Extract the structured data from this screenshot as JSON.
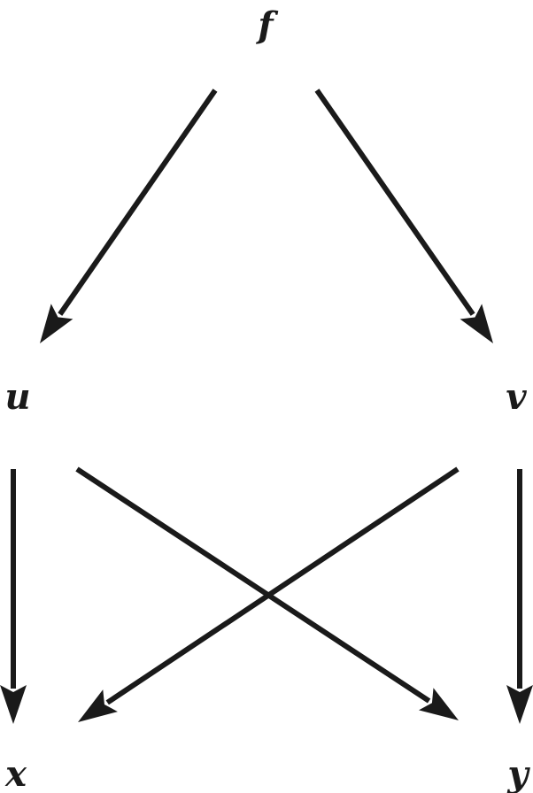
{
  "diagram": {
    "stroke_color": "#1a1a1a",
    "nodes": [
      {
        "id": "f",
        "label": "f"
      },
      {
        "id": "u",
        "label": "u"
      },
      {
        "id": "v",
        "label": "v"
      },
      {
        "id": "x",
        "label": "x"
      },
      {
        "id": "y",
        "label": "y"
      }
    ],
    "edges": [
      {
        "from": "f",
        "to": "u"
      },
      {
        "from": "f",
        "to": "v"
      },
      {
        "from": "u",
        "to": "x"
      },
      {
        "from": "u",
        "to": "y"
      },
      {
        "from": "v",
        "to": "x"
      },
      {
        "from": "v",
        "to": "y"
      }
    ]
  }
}
